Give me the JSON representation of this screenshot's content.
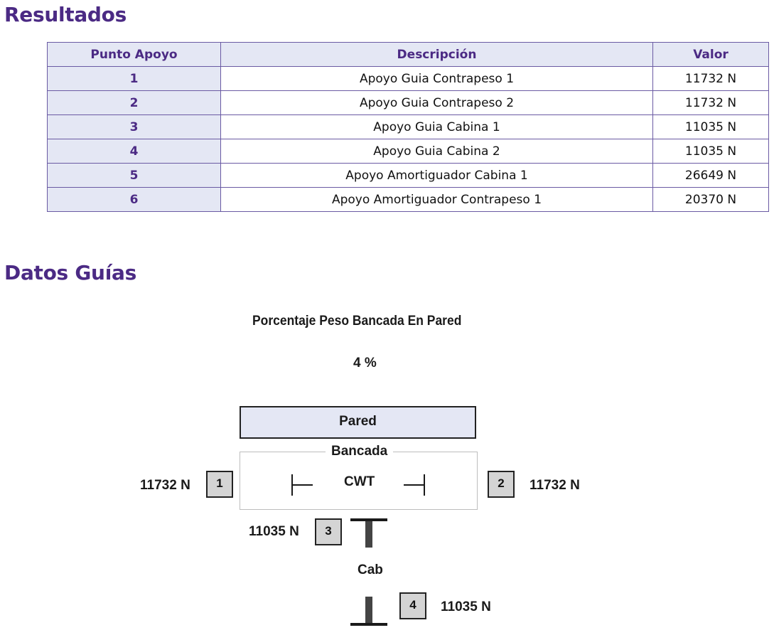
{
  "sections": {
    "resultados_title": "Resultados",
    "datos_guias_title": "Datos Guías"
  },
  "results_table": {
    "headers": [
      "Punto Apoyo",
      "Descripción",
      "Valor"
    ],
    "rows": [
      {
        "punto": "1",
        "descripcion": "Apoyo Guia Contrapeso 1",
        "valor": "11732 N"
      },
      {
        "punto": "2",
        "descripcion": "Apoyo Guia Contrapeso 2",
        "valor": "11732 N"
      },
      {
        "punto": "3",
        "descripcion": "Apoyo Guia Cabina 1",
        "valor": "11035 N"
      },
      {
        "punto": "4",
        "descripcion": "Apoyo Guia Cabina 2",
        "valor": "11035 N"
      },
      {
        "punto": "5",
        "descripcion": "Apoyo Amortiguador Cabina 1",
        "valor": "26649 N"
      },
      {
        "punto": "6",
        "descripcion": "Apoyo Amortiguador Contrapeso 1",
        "valor": "20370 N"
      }
    ]
  },
  "guide_diagram": {
    "percentage_label": "Porcentaje Peso Bancada En Pared",
    "percentage_value": "4 %",
    "wall_label": "Pared",
    "bancada_label": "Bancada",
    "counterweight_label": "CWT",
    "cabin_label": "Cab",
    "supports": [
      {
        "number": "1",
        "force": "11732 N"
      },
      {
        "number": "2",
        "force": "11732 N"
      },
      {
        "number": "3",
        "force": "11035 N"
      },
      {
        "number": "4",
        "force": "11035 N"
      }
    ],
    "colors": {
      "title": "#4b2a84",
      "table_header_bg": "#e4e7f4",
      "table_border": "#6a5aa3",
      "wall_fill": "#e4e7f4",
      "support_box_fill": "#d4d4d4"
    }
  }
}
